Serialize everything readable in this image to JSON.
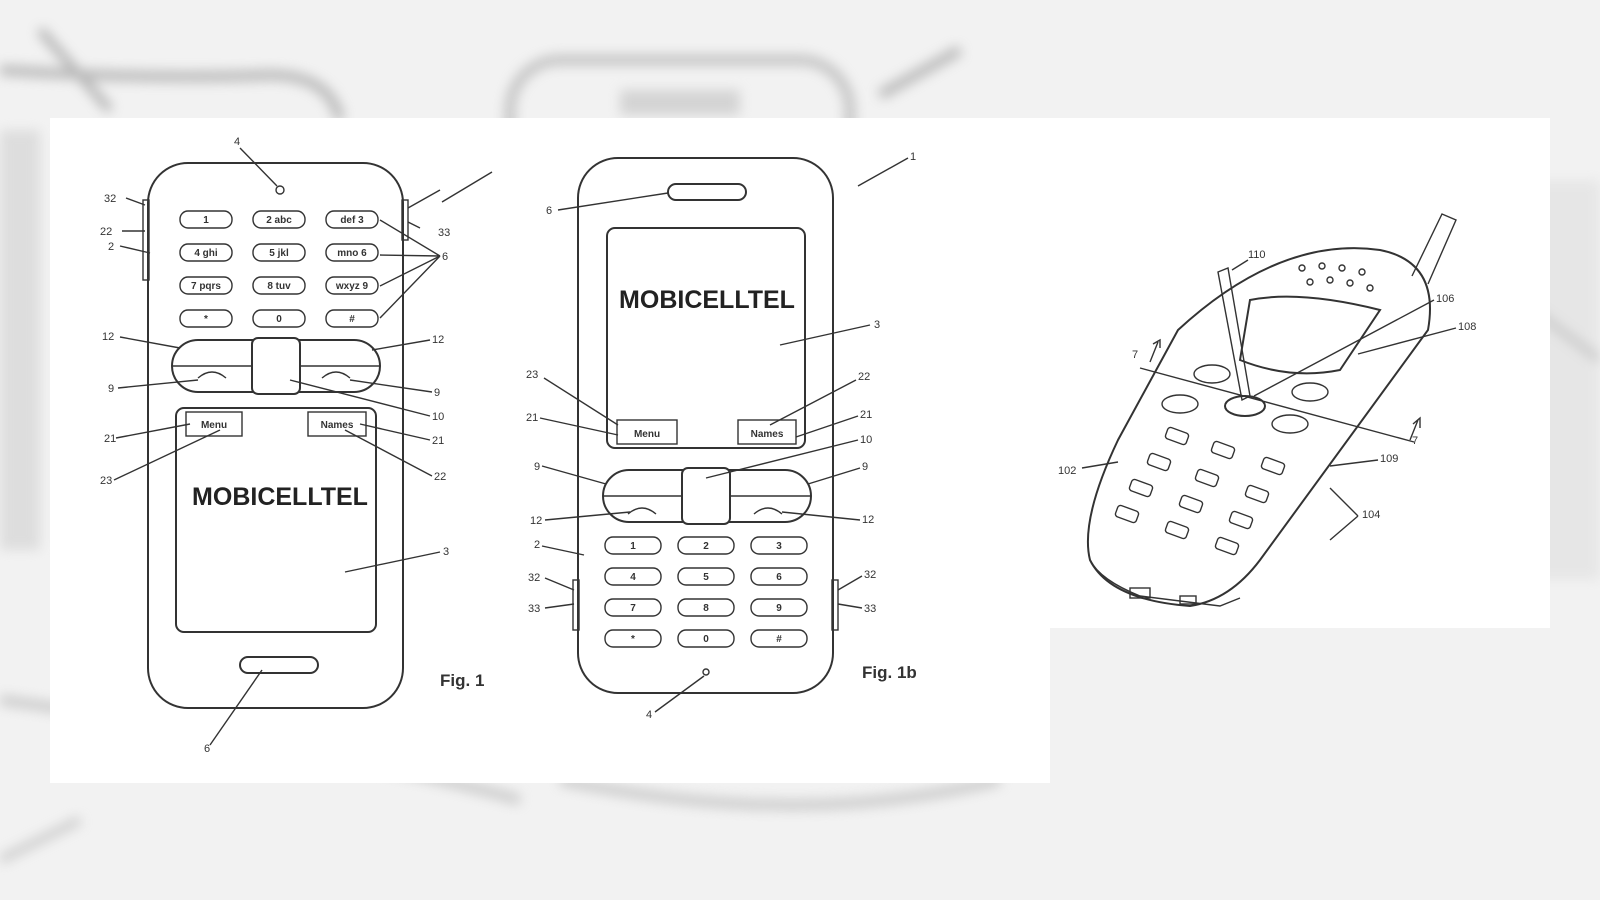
{
  "figures": {
    "left": {
      "caption": "Fig. 1",
      "screen_text": "MOBICELLTEL",
      "softkeys": {
        "left": "Menu",
        "right": "Names"
      },
      "keys": [
        "1",
        "2 abc",
        "def 3",
        "4 ghi",
        "5 jkl",
        "mno 6",
        "7 pqrs",
        "8 tuv",
        "wxyz 9",
        "*",
        "0",
        "#"
      ],
      "refs": [
        "4",
        "32",
        "22",
        "33",
        "2",
        "6",
        "12",
        "12",
        "9",
        "9",
        "10",
        "21",
        "21",
        "23",
        "22",
        "3",
        "6"
      ]
    },
    "middle": {
      "caption": "Fig. 1b",
      "screen_text": "MOBICELLTEL",
      "softkeys": {
        "left": "Menu",
        "right": "Names"
      },
      "keys": [
        "1",
        "2",
        "3",
        "4",
        "5",
        "6",
        "7",
        "8",
        "9",
        "*",
        "0",
        "#"
      ],
      "refs": [
        "1",
        "6",
        "3",
        "23",
        "21",
        "22",
        "21",
        "10",
        "9",
        "9",
        "12",
        "12",
        "2",
        "32",
        "33",
        "32",
        "33",
        "4"
      ]
    },
    "right": {
      "refs": [
        "110",
        "106",
        "108",
        "7",
        "7",
        "102",
        "109",
        "104"
      ]
    }
  }
}
